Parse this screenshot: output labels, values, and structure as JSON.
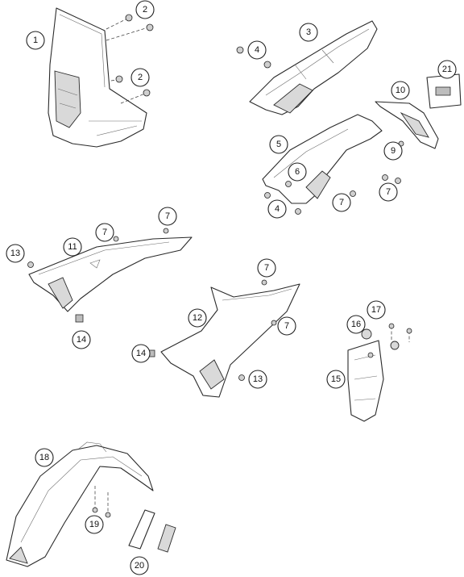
{
  "callouts": [
    {
      "label": "1"
    },
    {
      "label": "2"
    },
    {
      "label": "2"
    },
    {
      "label": "3"
    },
    {
      "label": "4"
    },
    {
      "label": "21"
    },
    {
      "label": "10"
    },
    {
      "label": "5"
    },
    {
      "label": "9"
    },
    {
      "label": "6"
    },
    {
      "label": "7"
    },
    {
      "label": "7"
    },
    {
      "label": "4"
    },
    {
      "label": "7"
    },
    {
      "label": "7"
    },
    {
      "label": "13"
    },
    {
      "label": "11"
    },
    {
      "label": "14"
    },
    {
      "label": "7"
    },
    {
      "label": "12"
    },
    {
      "label": "7"
    },
    {
      "label": "14"
    },
    {
      "label": "13"
    },
    {
      "label": "17"
    },
    {
      "label": "16"
    },
    {
      "label": "15"
    },
    {
      "label": "18"
    },
    {
      "label": "19"
    },
    {
      "label": "20"
    }
  ]
}
